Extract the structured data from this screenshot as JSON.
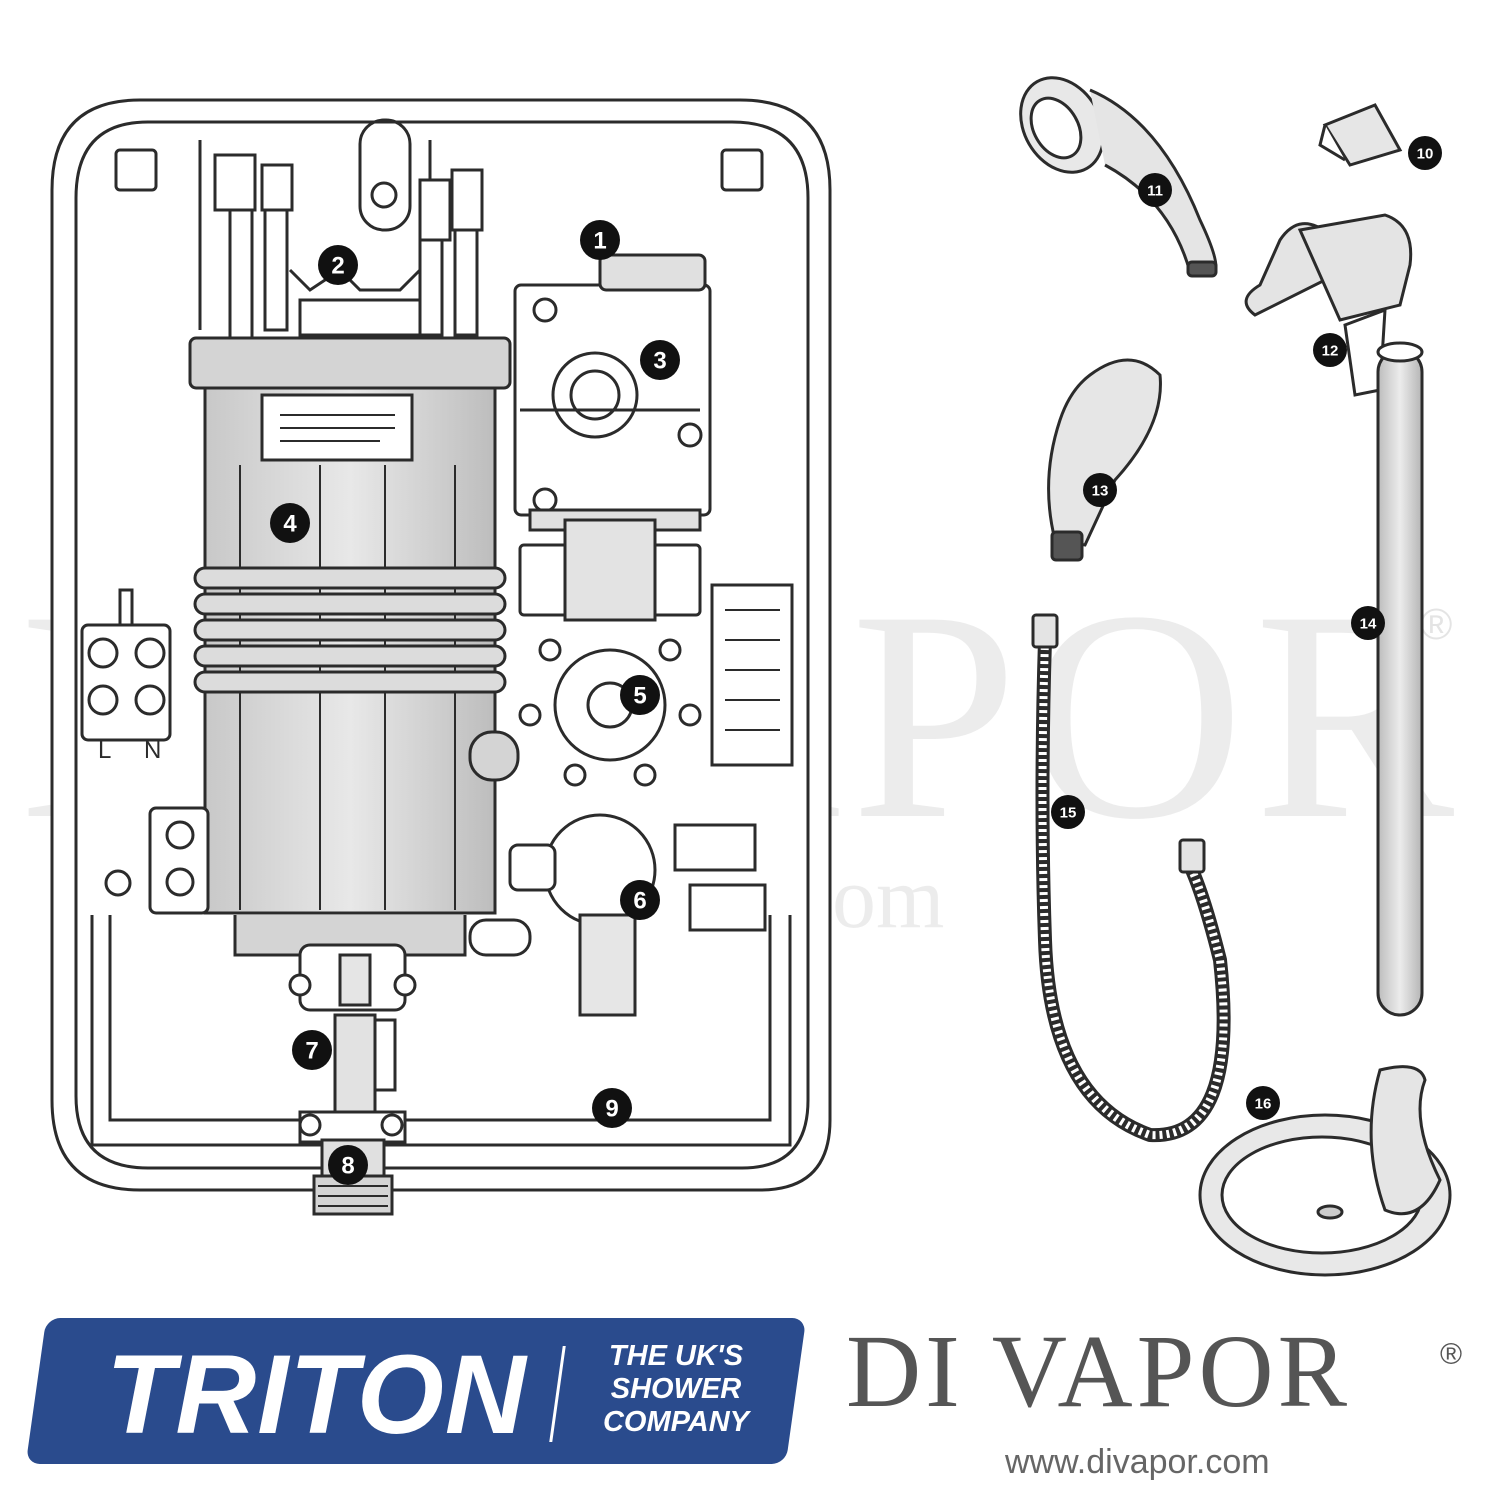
{
  "parts": [
    {
      "number": "1"
    },
    {
      "number": "2"
    },
    {
      "number": "3"
    },
    {
      "number": "4"
    },
    {
      "number": "5"
    },
    {
      "number": "6"
    },
    {
      "number": "7"
    },
    {
      "number": "8"
    },
    {
      "number": "9"
    },
    {
      "number": "10"
    },
    {
      "number": "11"
    },
    {
      "number": "12"
    },
    {
      "number": "13"
    },
    {
      "number": "14"
    },
    {
      "number": "15"
    },
    {
      "number": "16"
    }
  ],
  "terminal_labels": {
    "live": "L",
    "neutral": "N"
  },
  "watermark": {
    "text": "DI VAPOR",
    "registered": "®",
    "url": "www.divapor.com"
  },
  "triton_logo": {
    "word": "TRITON",
    "tagline_1": "THE UK'S",
    "tagline_2": "SHOWER",
    "tagline_3": "COMPANY"
  },
  "divapor_logo": {
    "name": "DI VAPOR",
    "registered": "®",
    "url": "www.divapor.com"
  },
  "colors": {
    "triton_blue": "#2a4b8d",
    "badge": "#111111",
    "line": "#2b2b2b",
    "shade": "#d8d8d8",
    "brand_grey": "#555555"
  }
}
